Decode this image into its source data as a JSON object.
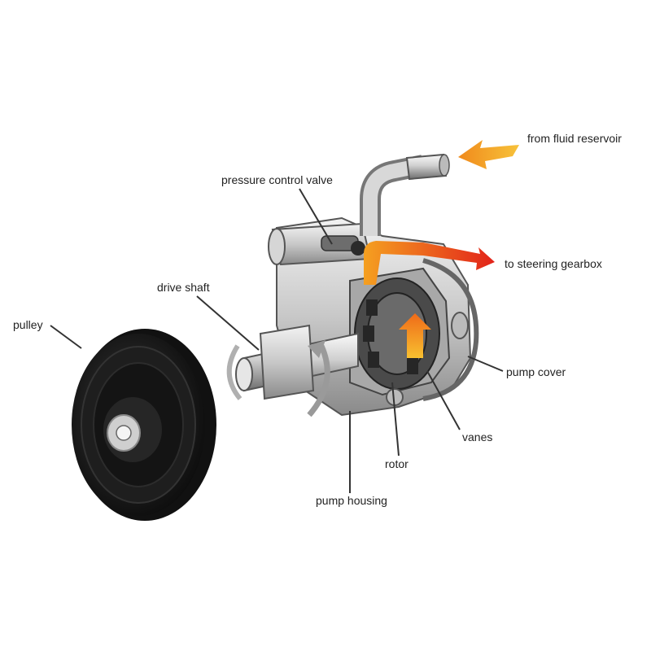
{
  "labels": {
    "from_fluid_reservoir": "from fluid reservoir",
    "pressure_control_valve": "pressure control valve",
    "to_steering_gearbox": "to steering gearbox",
    "drive_shaft": "drive shaft",
    "pulley": "pulley",
    "pump_cover": "pump cover",
    "vanes": "vanes",
    "rotor": "rotor",
    "pump_housing": "pump housing"
  },
  "colors": {
    "inflow_arrow": "#f5a623",
    "outflow_arrow": "#e8311a",
    "flow_arrow_orange": "#f07a1a",
    "metal_light": "#d9d9d9",
    "metal_dark": "#7a7a7a",
    "pulley_black": "#1a1a1a",
    "leader_line": "#333333"
  }
}
